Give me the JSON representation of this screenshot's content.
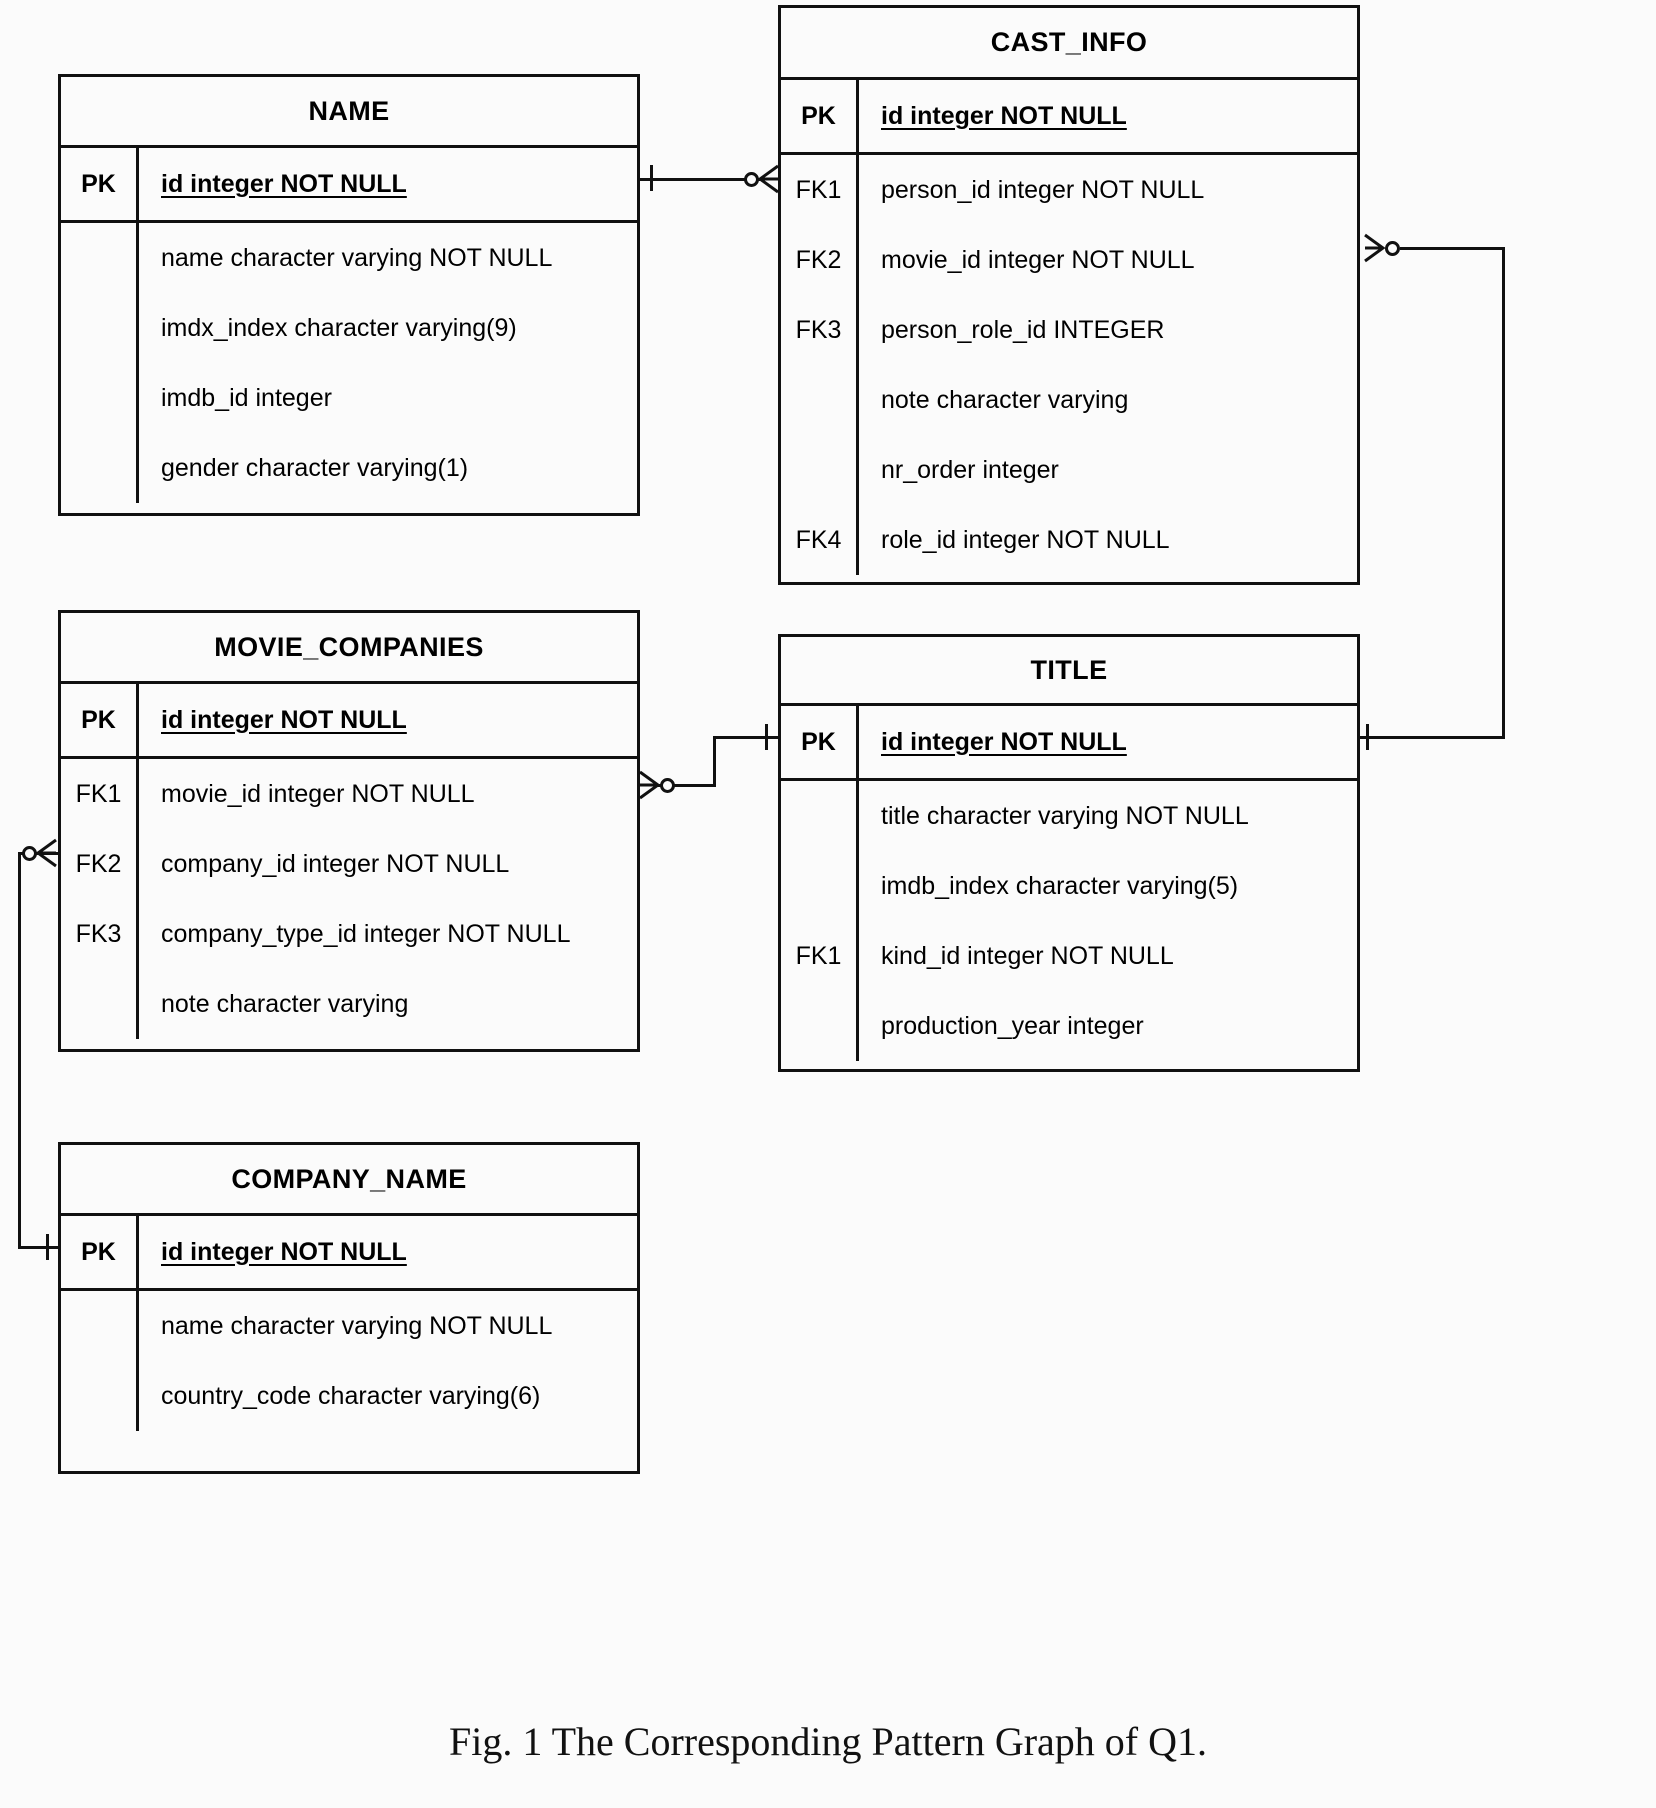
{
  "figure": {
    "caption": "Fig. 1 The Corresponding Pattern Graph of Q1.",
    "type": "entity-relationship-diagram",
    "line_color": "#111111",
    "background": "#fbfbfb"
  },
  "entities": [
    {
      "name": "NAME",
      "pk": {
        "key": "PK",
        "field": "id integer NOT NULL"
      },
      "attributes": [
        {
          "key": "",
          "field": "name character varying NOT NULL"
        },
        {
          "key": "",
          "field": "imdx_index character varying(9)"
        },
        {
          "key": "",
          "field": "imdb_id integer"
        },
        {
          "key": "",
          "field": "gender character varying(1)"
        }
      ]
    },
    {
      "name": "CAST_INFO",
      "pk": {
        "key": "PK",
        "field": "id integer NOT NULL"
      },
      "attributes": [
        {
          "key": "FK1",
          "field": "person_id integer NOT NULL"
        },
        {
          "key": "FK2",
          "field": "movie_id integer NOT NULL"
        },
        {
          "key": "FK3",
          "field": "person_role_id INTEGER"
        },
        {
          "key": "",
          "field": "note character varying"
        },
        {
          "key": "",
          "field": "nr_order integer"
        },
        {
          "key": "FK4",
          "field": "role_id integer NOT NULL"
        }
      ]
    },
    {
      "name": "MOVIE_COMPANIES",
      "pk": {
        "key": "PK",
        "field": "id integer NOT NULL"
      },
      "attributes": [
        {
          "key": "FK1",
          "field": "movie_id integer NOT NULL"
        },
        {
          "key": "FK2",
          "field": "company_id integer NOT NULL"
        },
        {
          "key": "FK3",
          "field": "company_type_id integer NOT NULL"
        },
        {
          "key": "",
          "field": "note character varying"
        }
      ]
    },
    {
      "name": "TITLE",
      "pk": {
        "key": "PK",
        "field": "id integer NOT NULL"
      },
      "attributes": [
        {
          "key": "",
          "field": "title character varying NOT NULL"
        },
        {
          "key": "",
          "field": "imdb_index character varying(5)"
        },
        {
          "key": "FK1",
          "field": "kind_id integer NOT NULL"
        },
        {
          "key": "",
          "field": "production_year integer"
        }
      ]
    },
    {
      "name": "COMPANY_NAME",
      "pk": {
        "key": "PK",
        "field": "id integer NOT NULL"
      },
      "attributes": [
        {
          "key": "",
          "field": "name character varying NOT NULL"
        },
        {
          "key": "",
          "field": "country_code character varying(6)"
        }
      ]
    }
  ],
  "relationships": [
    {
      "from": "NAME.id",
      "to": "CAST_INFO.person_id",
      "from_cardinality": "one",
      "to_cardinality": "zero-or-many"
    },
    {
      "from": "TITLE.id",
      "to": "CAST_INFO.movie_id",
      "from_cardinality": "one",
      "to_cardinality": "zero-or-many"
    },
    {
      "from": "TITLE.id",
      "to": "MOVIE_COMPANIES.movie_id",
      "from_cardinality": "one",
      "to_cardinality": "zero-or-many"
    },
    {
      "from": "COMPANY_NAME.id",
      "to": "MOVIE_COMPANIES.company_id",
      "from_cardinality": "one",
      "to_cardinality": "zero-or-many"
    }
  ]
}
